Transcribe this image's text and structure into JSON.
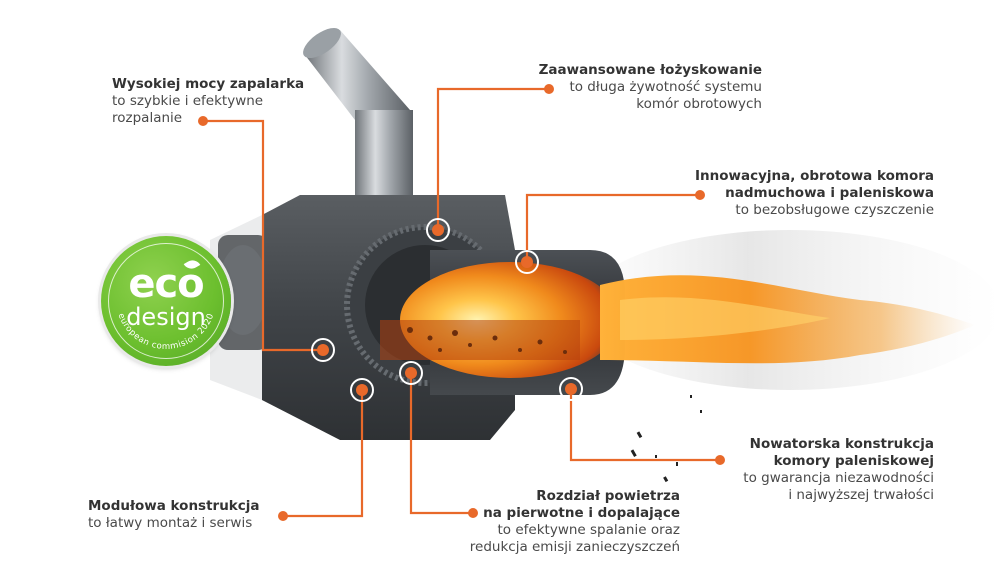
{
  "badge": {
    "eco": "eco",
    "design": "design",
    "arc_text": "european commision 2020",
    "color": "#6cbf2e"
  },
  "accent_color": "#e8692a",
  "callouts": [
    {
      "id": "igniter",
      "title": "Wysokiej mocy zapalarka",
      "desc_lines": [
        "to szybkie i efektywne",
        "rozpalanie"
      ]
    },
    {
      "id": "bearings",
      "title": "Zaawansowane łożyskowanie",
      "desc_lines": [
        "to długa żywotność systemu",
        "komór obrotowych"
      ]
    },
    {
      "id": "rotary-chamber",
      "title_lines": [
        "Innowacyjna, obrotowa komora",
        "nadmuchowa i paleniskowa"
      ],
      "desc_lines": [
        "to bezobsługowe czyszczenie"
      ]
    },
    {
      "id": "combustion-chamber",
      "title_lines": [
        "Nowatorska konstrukcja",
        "komory paleniskowej"
      ],
      "desc_lines": [
        "to gwarancja niezawodności",
        "i najwyższej trwałości"
      ]
    },
    {
      "id": "air-distribution",
      "title_lines": [
        "Rozdział powietrza",
        "na pierwotne i dopalające"
      ],
      "desc_lines": [
        "to efektywne spalanie oraz",
        "redukcja emisji zanieczyszczeń"
      ]
    },
    {
      "id": "modular",
      "title": "Modułowa konstrukcja",
      "desc_lines": [
        "to łatwy montaż i serwis"
      ]
    }
  ]
}
